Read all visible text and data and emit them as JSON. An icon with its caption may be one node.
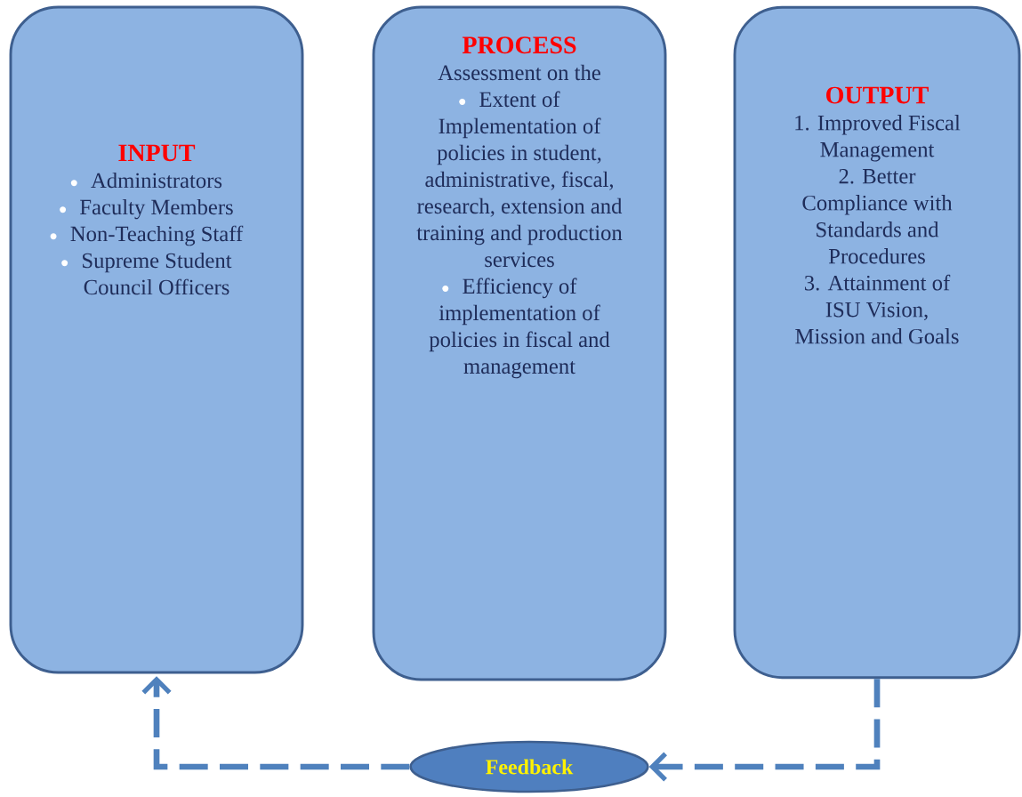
{
  "diagram": {
    "nodes": [
      {
        "text": [
          "INPUT",
          "Administrators",
          "Faculty Members",
          "Non-Teaching Staff",
          "Supreme Student Council Officers"
        ]
      },
      {
        "text": [
          "PROCESS",
          "Assessment on the",
          "Extent of Implementation of policies in student, administrative, fiscal, research, extension and training and production services",
          "Efficiency of implementation of policies in fiscal and management"
        ]
      },
      {
        "text": [
          "OUTPUT",
          "1. Improved Fiscal Management",
          "2. Better Compliance with Standards and Procedures",
          "3. Attainment of ISU Vision, Mission and Goals"
        ]
      },
      {
        "text": [
          "Feedback"
        ]
      }
    ],
    "edges": [
      {
        "from": 2,
        "to": 3,
        "arrow": "to",
        "style": "dashed"
      },
      {
        "from": 3,
        "to": 0,
        "arrow": "to",
        "style": "dashed"
      }
    ]
  }
}
